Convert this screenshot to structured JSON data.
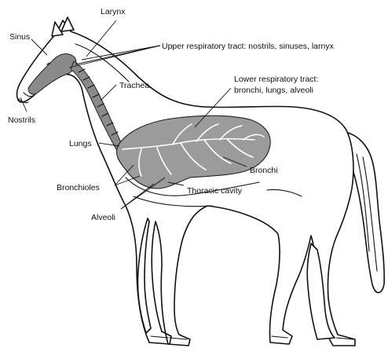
{
  "diagram": {
    "labels": {
      "larynx": "Larynx",
      "sinus": "Sinus",
      "upper_tract": "Upper respiratory tract: nostrils, sinuses, larnyx",
      "trachea": "Trachea",
      "lower_tract_line1": "Lower respiratory tract:",
      "lower_tract_line2": "bronchi, lungs, alveoli",
      "nostrils": "Nostrils",
      "lungs": "Lungs",
      "bronchi": "Bronchi",
      "bronchioles": "Bronchioles",
      "thoracic_cavity": "Thoracic cavity",
      "alveoli": "Alveoli"
    }
  }
}
